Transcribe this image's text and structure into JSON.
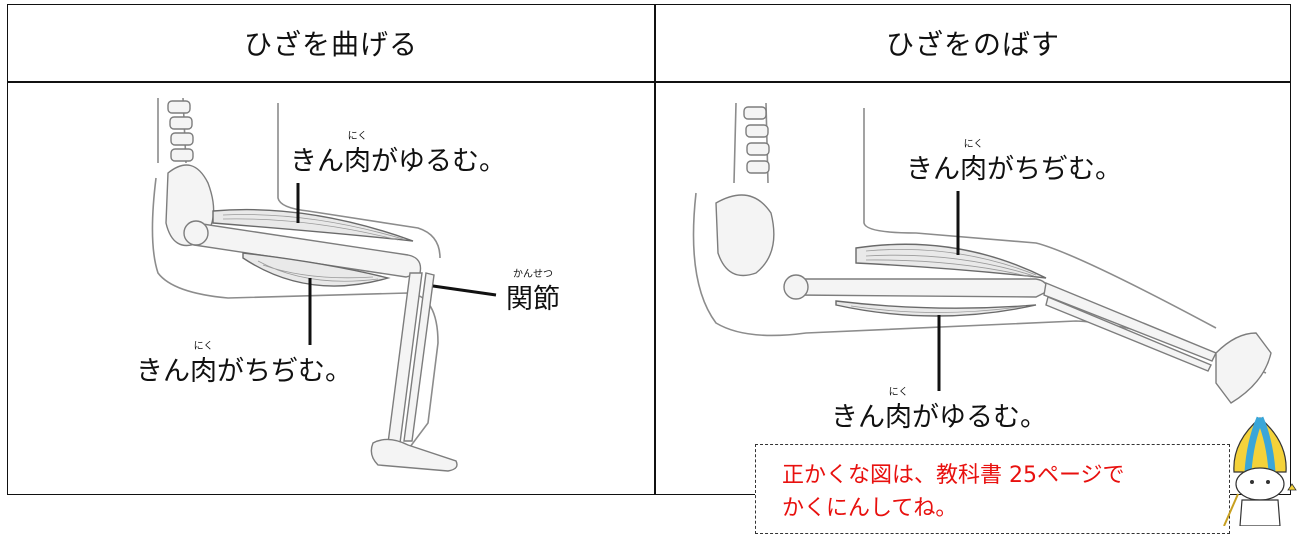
{
  "headers": {
    "bend": "ひざを曲げる",
    "extend": "ひざをのばす"
  },
  "left_panel": {
    "top_label": {
      "pre": "きん",
      "kanji": "肉",
      "ruby": "にく",
      "post": "がゆるむ。"
    },
    "joint_label": {
      "kanji": "関節",
      "ruby": "かんせつ"
    },
    "bottom_label": {
      "pre": "きん",
      "kanji": "肉",
      "ruby": "にく",
      "post": "がちぢむ。"
    }
  },
  "right_panel": {
    "top_label": {
      "pre": "きん",
      "kanji": "肉",
      "ruby": "にく",
      "post": "がちぢむ。"
    },
    "bottom_label": {
      "pre": "きん",
      "kanji": "肉",
      "ruby": "にく",
      "post": "がゆるむ。"
    }
  },
  "note": {
    "line1": "正かくな図は、教科書 25ページで",
    "line2": "かくにんしてね。",
    "color": "#e8100e"
  },
  "colors": {
    "line": "#111111",
    "sketch": "#8c8c8c"
  }
}
